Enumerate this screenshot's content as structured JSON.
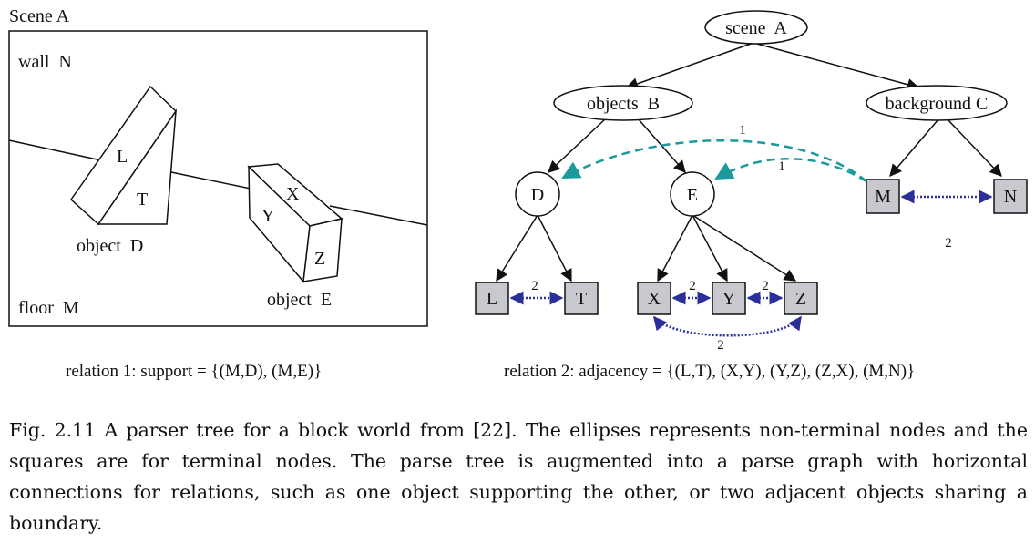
{
  "scene": {
    "title": "Scene A",
    "wall_label": "wall  N",
    "floor_label": "floor  M",
    "object_d_label": "object  D",
    "object_e_label": "object  E",
    "block_labels": {
      "L": "L",
      "T": "T",
      "X": "X",
      "Y": "Y",
      "Z": "Z"
    }
  },
  "tree": {
    "root": "scene  A",
    "objects": "objects  B",
    "background": "background C",
    "node_d": "D",
    "node_e": "E",
    "terminals": {
      "L": "L",
      "T": "T",
      "X": "X",
      "Y": "Y",
      "Z": "Z",
      "M": "M",
      "N": "N"
    },
    "relation_labels": {
      "support_md": "1",
      "support_me": "1",
      "adj_lt": "2",
      "adj_xy": "2",
      "adj_yz": "2",
      "adj_zx": "2",
      "adj_mn": "2"
    }
  },
  "relations": {
    "relation_1": "relation 1: support = {(M,D), (M,E)}",
    "relation_2": "relation 2: adjacency = {(L,T), (X,Y), (Y,Z), (Z,X), (M,N)}"
  },
  "caption": "Fig. 2.11 A parser tree for a block world from [22]. The ellipses represents non-terminal nodes and the squares are for terminal nodes. The parse tree is augmented into a parse graph with horizontal connections for relations, such as one object supporting the other, or two adjacent objects sharing a boundary.",
  "colors": {
    "terminal_fill": "#c8c9cf",
    "support_arrow": "#1a9a9a",
    "adjacency_arrow": "#2a2f9a"
  }
}
